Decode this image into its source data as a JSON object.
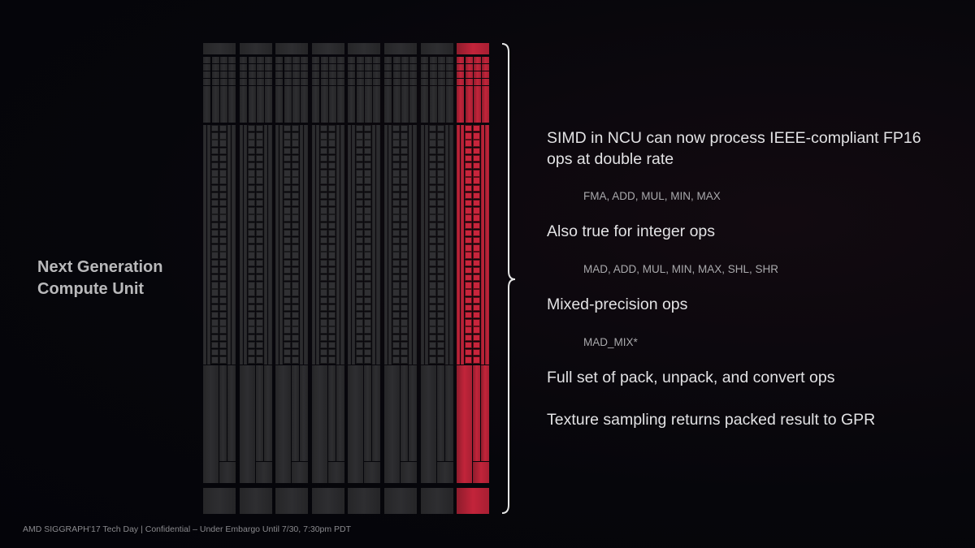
{
  "slide": {
    "title_line1": "Next Generation",
    "title_line2": "Compute Unit",
    "bullets": [
      {
        "text": "SIMD in NCU can now process IEEE-compliant FP16",
        "text2": "ops at double rate",
        "sub": "FMA, ADD, MUL, MIN, MAX"
      },
      {
        "text": "Also true for integer ops",
        "sub": "MAD, ADD, MUL, MIN, MAX, SHL, SHR"
      },
      {
        "text": "Mixed-precision ops",
        "sub": "MAD_MIX*"
      },
      {
        "text": "Full set of pack, unpack, and convert ops"
      },
      {
        "text": "Texture sampling returns packed result to GPR"
      }
    ],
    "footer": "AMD SIGGRAPH’17 Tech Day | Confidential – Under Embargo Until 7/30, 7:30pm PDT"
  },
  "diagram": {
    "columns": 8,
    "highlighted_column": 8,
    "colors": {
      "highlight": "#c8253c",
      "base": "#2c2c2f",
      "background": "#06060b",
      "bracket": "#e6e6e6"
    }
  }
}
